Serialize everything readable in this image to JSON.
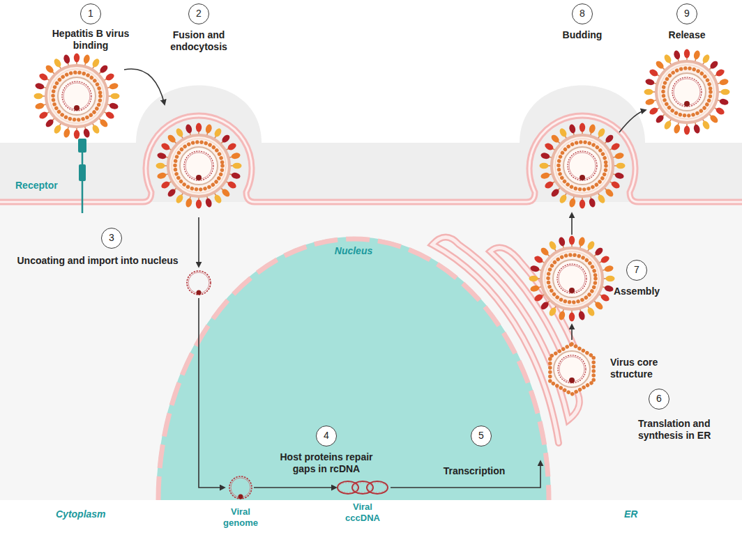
{
  "diagram": {
    "nodes": [
      {
        "text": [
          "Nucleus"
        ]
      },
      {
        "text": [
          "Viral genome"
        ],
        "in": 0
      },
      {
        "text": [
          "Viral cccDNA"
        ],
        "in": 0
      }
    ],
    "edges": [
      {
        "from": 1,
        "to": 2,
        "arrow": "to"
      }
    ],
    "labels": [
      "1",
      "Hepatitis B virus binding",
      "2",
      "Fusion and endocytosis",
      "8",
      "Budding",
      "9",
      "Release",
      "Receptor",
      "3",
      "Uncoating and import into nucleus",
      "7",
      "Assembly",
      "Virus core structure",
      "4",
      "Host proteins repair gaps in rcDNA",
      "5",
      "Transcription",
      "6",
      "Translation and synthesis in ER",
      "Cytoplasm",
      "ER"
    ]
  }
}
